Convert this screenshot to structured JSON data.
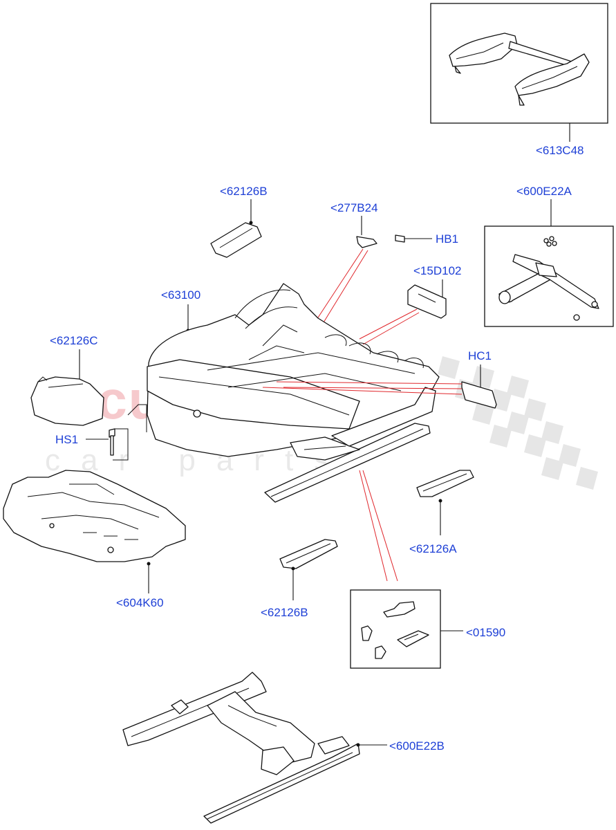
{
  "watermark": {
    "brand": "scuderia",
    "tagline": "car parts"
  },
  "labels": {
    "l613C48": "<613C48",
    "l600E22A": "<600E22A",
    "l62126B_top": "<62126B",
    "l277B24": "<277B24",
    "lHB1": "HB1",
    "l15D102": "<15D102",
    "l63100": "<63100",
    "l62126C": "<62126C",
    "lHC1": "HC1",
    "lHS1": "HS1",
    "l62126A": "<62126A",
    "l604K60": "<604K60",
    "l62126B_bottom": "<62126B",
    "l01590": "<01590",
    "l600E22B": "<600E22B"
  },
  "colors": {
    "label": "#1d3fd6",
    "leader_red": "#e0262b",
    "line": "#111111"
  }
}
